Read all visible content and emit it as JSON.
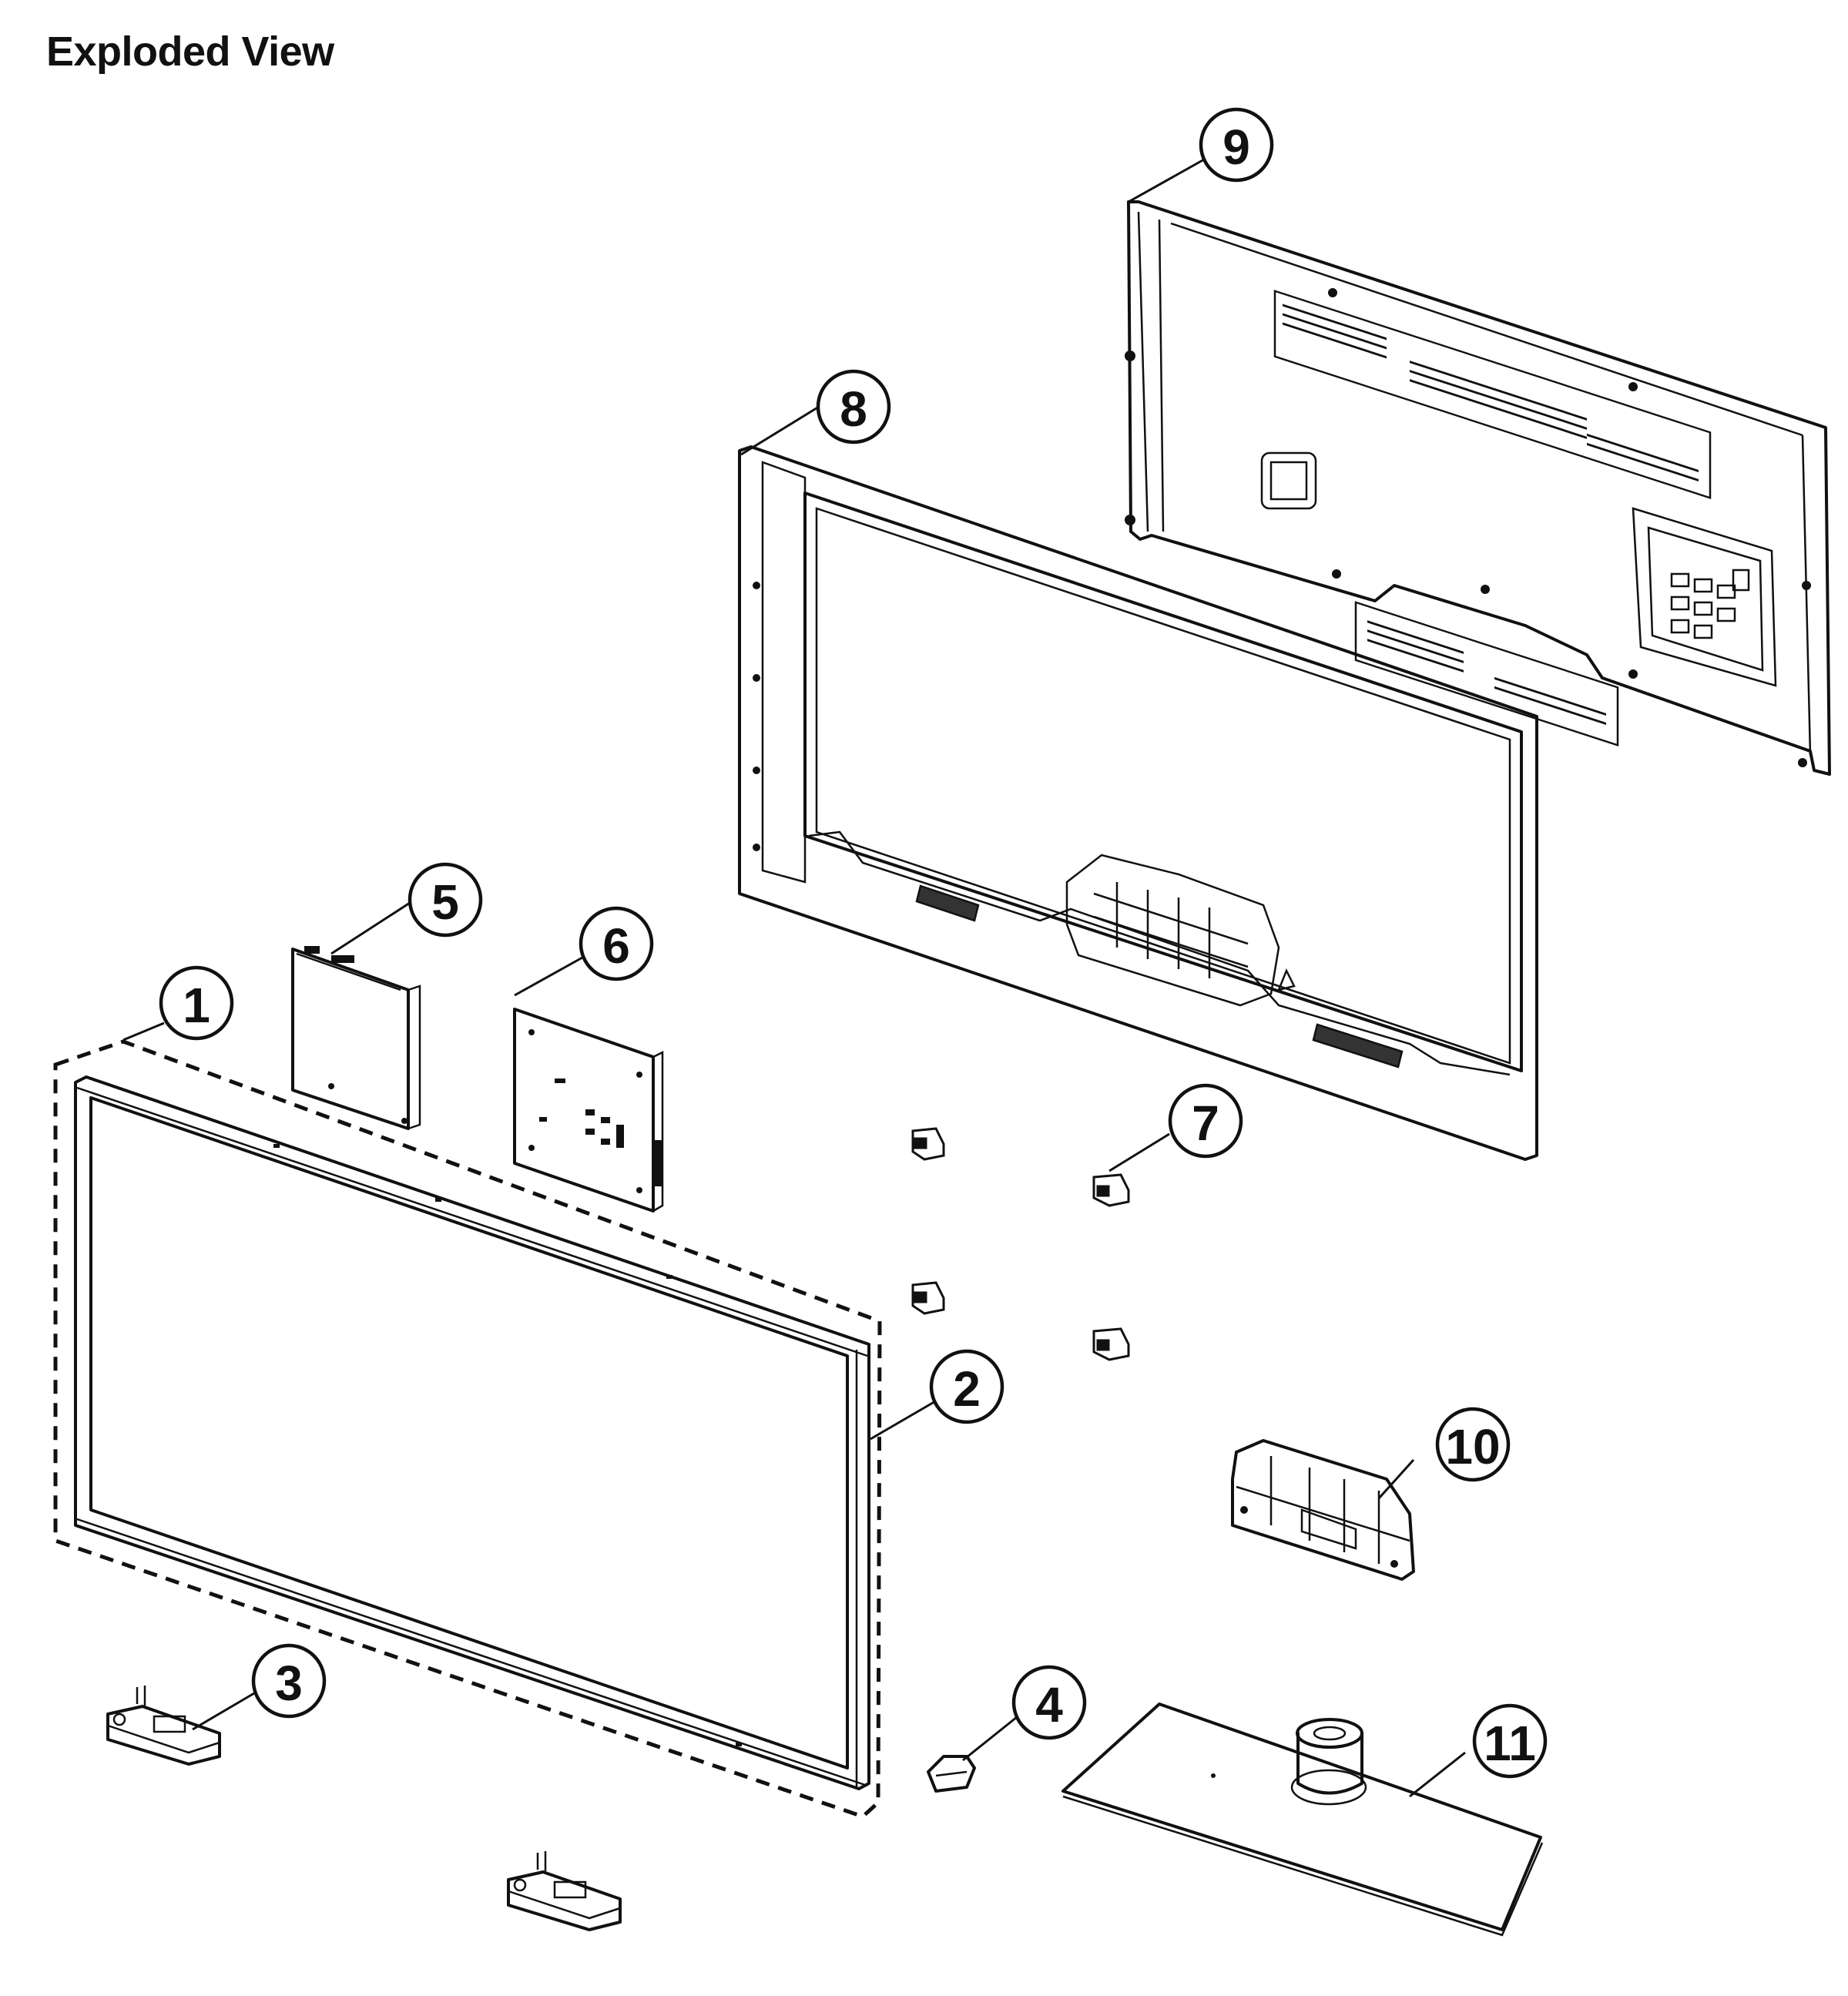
{
  "title": "Exploded View",
  "callouts": [
    "1",
    "2",
    "3",
    "4",
    "5",
    "6",
    "7",
    "8",
    "9",
    "10",
    "11"
  ],
  "parts": [
    {
      "id": "1",
      "name": "panel-assembly-dashed-outline"
    },
    {
      "id": "2",
      "name": "front-bezel"
    },
    {
      "id": "3",
      "name": "speaker-bracket"
    },
    {
      "id": "4",
      "name": "ir-sensor-board"
    },
    {
      "id": "5",
      "name": "power-supply-board"
    },
    {
      "id": "6",
      "name": "main-board"
    },
    {
      "id": "7",
      "name": "panel-brackets"
    },
    {
      "id": "8",
      "name": "middle-frame"
    },
    {
      "id": "9",
      "name": "rear-cover"
    },
    {
      "id": "10",
      "name": "stand-neck-guide"
    },
    {
      "id": "11",
      "name": "stand-base"
    }
  ]
}
